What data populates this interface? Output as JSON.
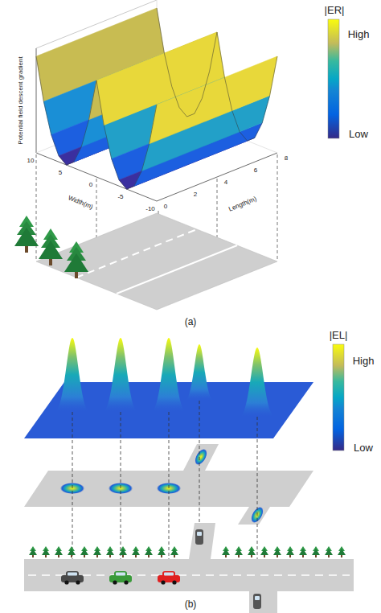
{
  "diagram": {
    "labels": [
      "|ER|",
      "High",
      "Low",
      "Potential field descent gradient",
      "Width(m)",
      "Length(m)",
      "10",
      "5",
      "0",
      "-5",
      "-10",
      "0",
      "2",
      "4",
      "6",
      "8",
      "(a)",
      "|EL|",
      "High",
      "Low",
      "(b)"
    ]
  }
}
